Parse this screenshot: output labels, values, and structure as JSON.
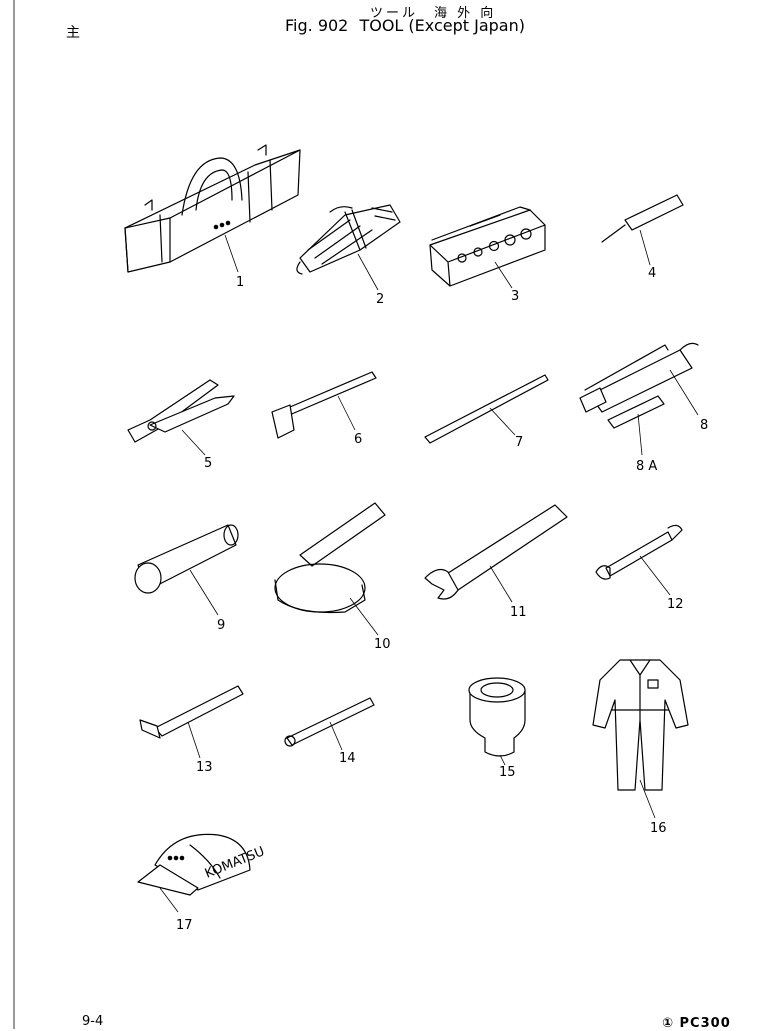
{
  "header": {
    "jp_title": "ツール　海 外 向",
    "fig_label": "Fig. 902",
    "title": "TOOL (Except Japan)"
  },
  "corner_mark": "主",
  "footer": {
    "page": "9-4",
    "model": "① PC300"
  },
  "parts": [
    {
      "id": "1",
      "label": "1"
    },
    {
      "id": "2",
      "label": "2"
    },
    {
      "id": "3",
      "label": "3"
    },
    {
      "id": "4",
      "label": "4"
    },
    {
      "id": "5",
      "label": "5"
    },
    {
      "id": "6",
      "label": "6"
    },
    {
      "id": "7",
      "label": "7"
    },
    {
      "id": "8",
      "label": "8"
    },
    {
      "id": "8A",
      "label": "8 A"
    },
    {
      "id": "9",
      "label": "9"
    },
    {
      "id": "10",
      "label": "10"
    },
    {
      "id": "11",
      "label": "11"
    },
    {
      "id": "12",
      "label": "12"
    },
    {
      "id": "13",
      "label": "13"
    },
    {
      "id": "14",
      "label": "14"
    },
    {
      "id": "15",
      "label": "15"
    },
    {
      "id": "16",
      "label": "16"
    },
    {
      "id": "17",
      "label": "17"
    }
  ],
  "cap_text": "KOMATSU"
}
